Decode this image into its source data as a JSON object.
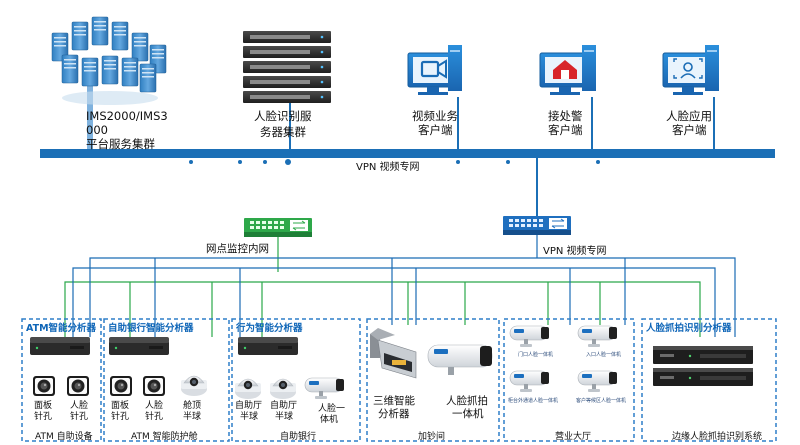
{
  "backbone": {
    "label": "VPN 视频专网"
  },
  "top_nodes": {
    "cluster": {
      "line1": "IMS2000/IMS3",
      "line2": "000",
      "line3": "平台服务集群"
    },
    "face_servers": {
      "line1": "人脸识别服",
      "line2": "务器集群"
    },
    "video_client": {
      "line1": "视频业务",
      "line2": "客户端"
    },
    "police_client": {
      "line1": "接处警",
      "line2": "客户端"
    },
    "face_client": {
      "line1": "人脸应用",
      "line2": "客户端"
    }
  },
  "switches": {
    "internal": {
      "label": "网点监控内网"
    },
    "vpn": {
      "label": "VPN 视频专网"
    }
  },
  "boxes": [
    {
      "title": "ATM智能分析器",
      "bottom": "ATM 自助设备",
      "devices": [
        {
          "line1": "面板",
          "line2": "针孔"
        },
        {
          "line1": "人脸",
          "line2": "针孔"
        }
      ]
    },
    {
      "title": "自助银行智能分析器",
      "bottom": "ATM 智能防护舱",
      "devices": [
        {
          "line1": "面板",
          "line2": "针孔"
        },
        {
          "line1": "人脸",
          "line2": "针孔"
        },
        {
          "line1": "舱顶",
          "line2": "半球"
        }
      ]
    },
    {
      "title": "行为智能分析器",
      "bottom": "自助银行",
      "devices": [
        {
          "line1": "自助厅",
          "line2": "半球"
        },
        {
          "line1": "自助厅",
          "line2": "半球"
        },
        {
          "line1": "人脸一",
          "line2": "体机"
        }
      ]
    },
    {
      "title": "",
      "bottom": "加钞间",
      "devices": [
        {
          "line1": "三维智能",
          "line2": "分析器"
        },
        {
          "line1": "人脸抓拍",
          "line2": "一体机"
        }
      ]
    },
    {
      "title": "",
      "bottom": "营业大厅",
      "cams": [
        "门口人脸一体机",
        "入口人脸一体机",
        "柜台外通道人脸一体机",
        "客户等候区人脸一体机"
      ]
    },
    {
      "title": "人脸抓拍识别分析器",
      "bottom": "边缘人脸抓拍识别系统"
    }
  ],
  "colors": {
    "blue": "#1a6cb5",
    "green": "#2aa84a",
    "dashed": "#2f7fc8",
    "backbone": "#1b6fb6"
  }
}
